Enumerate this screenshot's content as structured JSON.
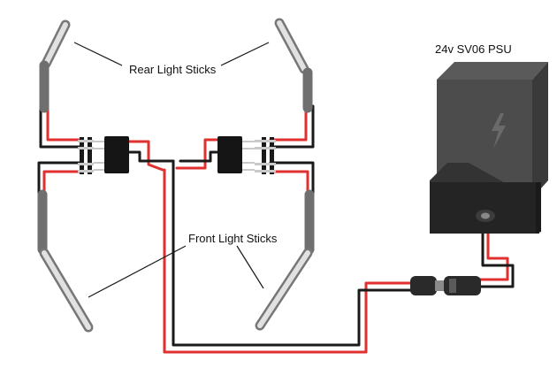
{
  "labels": {
    "psu": "24v SV06 PSU",
    "rear": "Rear Light Sticks",
    "front": "Front Light Sticks"
  },
  "colors": {
    "wire_red": "#e0302f",
    "wire_black": "#1a1a1a",
    "stick_dark": "#6f6f6f",
    "stick_light": "#dcdcdc",
    "psu_body": "#4a4a4a",
    "psu_base": "#232323"
  }
}
